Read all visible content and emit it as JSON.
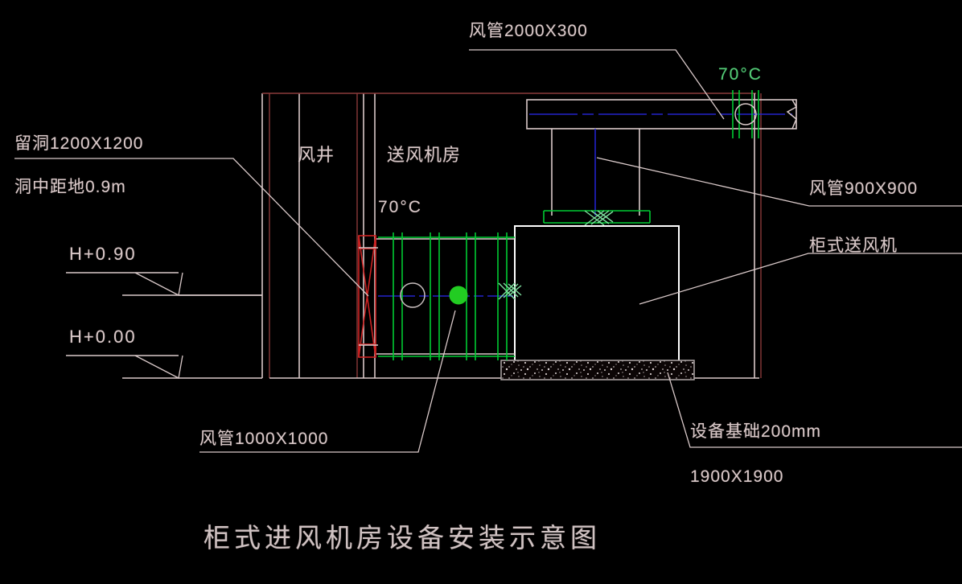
{
  "drawing": {
    "title": "柜式进风机房设备安装示意图",
    "background_color": "#000000",
    "line_color": "#d9c9c9",
    "wall_color": "#8a3a3a",
    "duct_color": "#00cc33",
    "centerline_color": "#2222cc",
    "louver_color": "#cc2222",
    "damper_color": "#22cc22",
    "foundation_color": "#b0a8a8"
  },
  "labels": {
    "opening": {
      "line1": "留洞1200X1200",
      "line2": "洞中距地0.9m"
    },
    "duct_top": "风管2000X300",
    "duct_riser": "风管900X900",
    "duct_horizontal": "风管1000X1000",
    "fan_unit": "柜式送风机",
    "foundation": {
      "line1": "设备基础200mm",
      "line2": "1900X1900"
    },
    "room_shaft": "风井",
    "room_fan": "送风机房",
    "damper_top": "70°C",
    "damper_room": "70°C",
    "elevation_upper": "H+0.90",
    "elevation_base": "H+0.00"
  },
  "icons": {
    "damper_top": "fire-damper-icon",
    "damper_room": "fire-damper-icon",
    "louver": "louver-icon",
    "flex_connector": "flexible-connector-icon",
    "break_line": "break-line-icon",
    "elevation_marker": "elevation-triangle-icon",
    "concrete_hatch": "concrete-hatch-icon"
  }
}
